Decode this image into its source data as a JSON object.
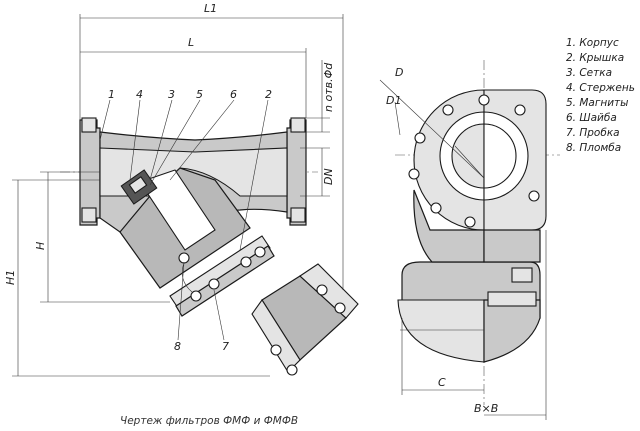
{
  "dimensions": {
    "L1": "L1",
    "L": "L",
    "n_holes": "n отв.Φd",
    "DN": "DN",
    "H": "H",
    "H1": "H1",
    "D": "D",
    "D1": "D1",
    "C": "C",
    "BxB": "B×B"
  },
  "callouts": [
    "1",
    "4",
    "3",
    "5",
    "6",
    "2",
    "8",
    "7"
  ],
  "legend": [
    "1. Корпус",
    "2. Крышка",
    "3. Сетка",
    "4. Стержень",
    "5. Магниты",
    "6. Шайба",
    "7. Пробка",
    "8. Пломба"
  ],
  "caption": "Чертеж фильтров ФМФ и ФМФВ"
}
